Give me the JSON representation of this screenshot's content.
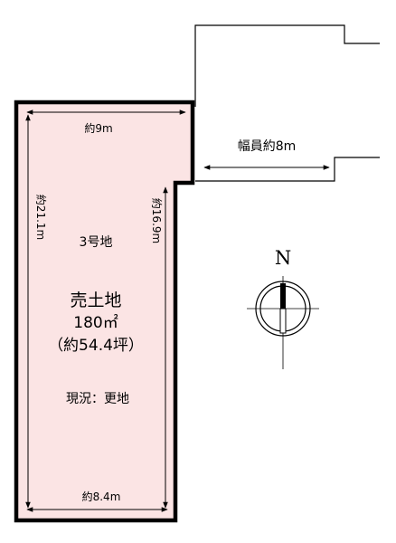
{
  "lot": {
    "width_top": "約9m",
    "width_bottom": "約8.4m",
    "depth_left": "約21.1m",
    "depth_right": "約16.9m",
    "lot_number": "3号地",
    "title": "売土地",
    "area_m2": "180㎡",
    "area_tsubo": "（約54.4坪）",
    "status": "現況：更地"
  },
  "road": {
    "width_label": "幅員約8m"
  },
  "compass": {
    "north_label": "N"
  },
  "colors": {
    "lot_fill": "#fbe4e4",
    "lot_border": "#000000"
  }
}
